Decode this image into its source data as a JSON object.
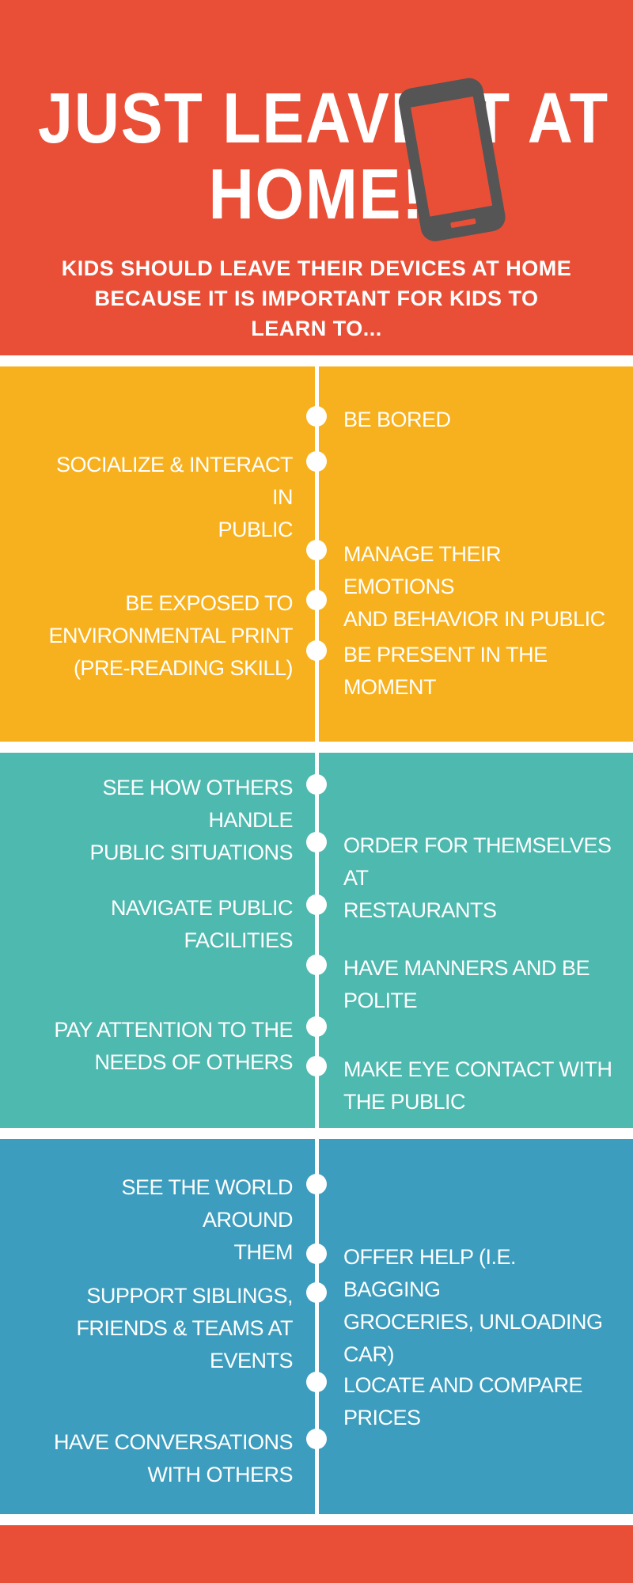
{
  "header": {
    "title_line1": "JUST LEAVE IT AT",
    "title_line2": "HOME!",
    "subtitle": "KIDS SHOULD LEAVE THEIR DEVICES AT HOME BECAUSE IT IS IMPORTANT FOR KIDS TO LEARN TO...",
    "icon": "smartphone-icon"
  },
  "colors": {
    "red": "#E94F37",
    "yellow": "#F8B11E",
    "teal": "#4EB9AF",
    "blue": "#3C9DBE",
    "phone": "#555555"
  },
  "sections": [
    {
      "items": [
        {
          "side": "right",
          "lines": [
            "BE BORED"
          ]
        },
        {
          "side": "left",
          "lines": [
            "SOCIALIZE & INTERACT IN",
            "PUBLIC"
          ]
        },
        {
          "side": "right",
          "lines": [
            "MANAGE THEIR EMOTIONS",
            "AND BEHAVIOR IN PUBLIC"
          ]
        },
        {
          "side": "left",
          "lines": [
            "BE EXPOSED TO",
            "ENVIRONMENTAL PRINT",
            "(PRE-READING SKILL)"
          ]
        },
        {
          "side": "right",
          "lines": [
            "BE PRESENT IN THE",
            "MOMENT"
          ]
        }
      ]
    },
    {
      "items": [
        {
          "side": "left",
          "lines": [
            "SEE HOW OTHERS HANDLE",
            "PUBLIC SITUATIONS"
          ]
        },
        {
          "side": "right",
          "lines": [
            "ORDER FOR THEMSELVES AT",
            "RESTAURANTS"
          ]
        },
        {
          "side": "left",
          "lines": [
            "NAVIGATE PUBLIC",
            "FACILITIES"
          ]
        },
        {
          "side": "right",
          "lines": [
            "HAVE MANNERS AND BE",
            "POLITE"
          ]
        },
        {
          "side": "left",
          "lines": [
            "PAY ATTENTION TO THE",
            "NEEDS OF OTHERS"
          ]
        },
        {
          "side": "right",
          "lines": [
            "MAKE EYE CONTACT WITH",
            "THE PUBLIC"
          ]
        }
      ]
    },
    {
      "items": [
        {
          "side": "left",
          "lines": [
            "SEE THE WORLD AROUND",
            "THEM"
          ]
        },
        {
          "side": "right",
          "lines": [
            "OFFER HELP (I.E. BAGGING",
            "GROCERIES, UNLOADING",
            "CAR)"
          ]
        },
        {
          "side": "left",
          "lines": [
            "SUPPORT SIBLINGS,",
            "FRIENDS & TEAMS AT",
            "EVENTS"
          ]
        },
        {
          "side": "right",
          "lines": [
            "LOCATE AND COMPARE",
            "PRICES"
          ]
        },
        {
          "side": "left",
          "lines": [
            "HAVE CONVERSATIONS",
            "WITH OTHERS"
          ]
        }
      ]
    }
  ]
}
